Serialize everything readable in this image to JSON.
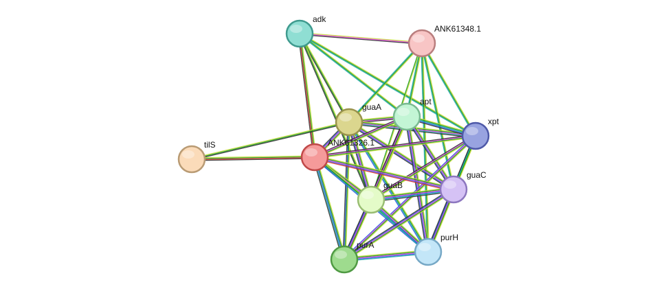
{
  "nodes": [
    {
      "id": "adk",
      "label": "adk",
      "fill": "#8fded3",
      "stroke": "#3f9a8e"
    },
    {
      "id": "ANK61348.1",
      "label": "ANK61348.1",
      "fill": "#f8c5c5",
      "stroke": "#b97e7e"
    },
    {
      "id": "guaA",
      "label": "guaA",
      "fill": "#dbd68e",
      "stroke": "#99934c"
    },
    {
      "id": "apt",
      "label": "apt",
      "fill": "#c3f5d5",
      "stroke": "#79ba91"
    },
    {
      "id": "xpt",
      "label": "xpt",
      "fill": "#98a3e0",
      "stroke": "#4e59a8"
    },
    {
      "id": "tilS",
      "label": "tilS",
      "fill": "#fbdbb9",
      "stroke": "#b99b74"
    },
    {
      "id": "ANK61326.1",
      "label": "ANK61326.1",
      "fill": "#f59a9a",
      "stroke": "#c04848"
    },
    {
      "id": "guaC",
      "label": "guaC",
      "fill": "#d5c2f5",
      "stroke": "#8d77bf"
    },
    {
      "id": "guaB",
      "label": "guaB",
      "fill": "#e4fbc8",
      "stroke": "#99bd72"
    },
    {
      "id": "purA",
      "label": "purA",
      "fill": "#9edb8e",
      "stroke": "#4f9a43"
    },
    {
      "id": "purH",
      "label": "purH",
      "fill": "#c3e6f8",
      "stroke": "#76a8c6"
    }
  ],
  "edges": [
    {
      "source": "adk",
      "target": "ANK61348.1",
      "colors": [
        "#c8dc3c",
        "#e040e0",
        "#333333"
      ]
    },
    {
      "source": "adk",
      "target": "guaA",
      "colors": [
        "#c8dc3c",
        "#1a9a1a",
        "#333333"
      ]
    },
    {
      "source": "adk",
      "target": "ANK61326.1",
      "colors": [
        "#c8dc3c",
        "#1a9a1a",
        "#e03030",
        "#333333"
      ]
    },
    {
      "source": "adk",
      "target": "apt",
      "colors": [
        "#c8dc3c",
        "#1a9a1a",
        "#1fa8a8"
      ]
    },
    {
      "source": "adk",
      "target": "xpt",
      "colors": [
        "#c8dc3c",
        "#1a9a1a",
        "#1fa8a8"
      ]
    },
    {
      "source": "adk",
      "target": "guaB",
      "colors": [
        "#c8dc3c",
        "#1a9a1a",
        "#333333"
      ]
    },
    {
      "source": "ANK61348.1",
      "target": "guaA",
      "colors": [
        "#c8dc3c",
        "#1a9a1a",
        "#1fa8a8"
      ]
    },
    {
      "source": "ANK61348.1",
      "target": "apt",
      "colors": [
        "#c8dc3c",
        "#1a9a1a",
        "#1fa8a8"
      ]
    },
    {
      "source": "ANK61348.1",
      "target": "xpt",
      "colors": [
        "#c8dc3c",
        "#1a9a1a",
        "#1fa8a8"
      ]
    },
    {
      "source": "ANK61348.1",
      "target": "guaB",
      "colors": [
        "#c8dc3c",
        "#1a9a1a"
      ]
    },
    {
      "source": "ANK61348.1",
      "target": "guaC",
      "colors": [
        "#c8dc3c",
        "#1a9a1a",
        "#1fa8a8"
      ]
    },
    {
      "source": "ANK61348.1",
      "target": "purH",
      "colors": [
        "#c8dc3c",
        "#1a9a1a",
        "#1fa8a8"
      ]
    },
    {
      "source": "tilS",
      "target": "guaA",
      "colors": [
        "#c8dc3c",
        "#1a9a1a",
        "#333333"
      ]
    },
    {
      "source": "tilS",
      "target": "ANK61326.1",
      "colors": [
        "#c8dc3c",
        "#1a9a1a",
        "#e03030",
        "#333333"
      ]
    },
    {
      "source": "guaA",
      "target": "apt",
      "colors": [
        "#c8dc3c",
        "#1a9a1a",
        "#e040e0",
        "#333333"
      ]
    },
    {
      "source": "guaA",
      "target": "xpt",
      "colors": [
        "#c8dc3c",
        "#1a9a1a",
        "#e040e0",
        "#1fa8a8",
        "#333333"
      ]
    },
    {
      "source": "guaA",
      "target": "ANK61326.1",
      "colors": [
        "#c8dc3c",
        "#1a9a1a",
        "#e040e0",
        "#3060e0",
        "#333333"
      ]
    },
    {
      "source": "guaA",
      "target": "guaC",
      "colors": [
        "#c8dc3c",
        "#1a9a1a",
        "#e040e0",
        "#3060e0",
        "#333333"
      ]
    },
    {
      "source": "guaA",
      "target": "guaB",
      "colors": [
        "#c8dc3c",
        "#1a9a1a",
        "#e040e0",
        "#3060e0",
        "#333333"
      ]
    },
    {
      "source": "guaA",
      "target": "purA",
      "colors": [
        "#c8dc3c",
        "#1a9a1a",
        "#3060e0",
        "#333333"
      ]
    },
    {
      "source": "guaA",
      "target": "purH",
      "colors": [
        "#c8dc3c",
        "#1a9a1a",
        "#1fa8a8",
        "#3060e0"
      ]
    },
    {
      "source": "apt",
      "target": "xpt",
      "colors": [
        "#c8dc3c",
        "#1a9a1a",
        "#1fa8a8",
        "#3060e0",
        "#333333"
      ]
    },
    {
      "source": "apt",
      "target": "ANK61326.1",
      "colors": [
        "#c8dc3c",
        "#1a9a1a",
        "#e040e0",
        "#333333"
      ]
    },
    {
      "source": "apt",
      "target": "guaB",
      "colors": [
        "#c8dc3c",
        "#1a9a1a",
        "#e040e0",
        "#3060e0",
        "#333333"
      ]
    },
    {
      "source": "apt",
      "target": "guaC",
      "colors": [
        "#c8dc3c",
        "#1a9a1a",
        "#e040e0",
        "#3060e0",
        "#333333"
      ]
    },
    {
      "source": "apt",
      "target": "purA",
      "colors": [
        "#c8dc3c",
        "#1a9a1a",
        "#e040e0",
        "#333333"
      ]
    },
    {
      "source": "apt",
      "target": "purH",
      "colors": [
        "#c8dc3c",
        "#1a9a1a",
        "#e040e0",
        "#3060e0",
        "#333333"
      ]
    },
    {
      "source": "xpt",
      "target": "ANK61326.1",
      "colors": [
        "#c8dc3c",
        "#1a9a1a",
        "#e040e0",
        "#333333"
      ]
    },
    {
      "source": "xpt",
      "target": "guaB",
      "colors": [
        "#c8dc3c",
        "#1a9a1a",
        "#e040e0",
        "#333333"
      ]
    },
    {
      "source": "xpt",
      "target": "guaC",
      "colors": [
        "#c8dc3c",
        "#1a9a1a",
        "#1fa8a8",
        "#333333"
      ]
    },
    {
      "source": "xpt",
      "target": "purA",
      "colors": [
        "#c8dc3c",
        "#1a9a1a",
        "#e040e0",
        "#3060e0"
      ]
    },
    {
      "source": "xpt",
      "target": "purH",
      "colors": [
        "#c8dc3c",
        "#1a9a1a",
        "#1fa8a8",
        "#333333"
      ]
    },
    {
      "source": "ANK61326.1",
      "target": "guaB",
      "colors": [
        "#c8dc3c",
        "#1a9a1a",
        "#e040e0",
        "#3060e0",
        "#333333"
      ]
    },
    {
      "source": "ANK61326.1",
      "target": "guaC",
      "colors": [
        "#c8dc3c",
        "#1a9a1a",
        "#e040e0",
        "#3060e0",
        "#e03030"
      ]
    },
    {
      "source": "ANK61326.1",
      "target": "purA",
      "colors": [
        "#c8dc3c",
        "#1a9a1a",
        "#3060e0",
        "#1fa8a8",
        "#333333"
      ]
    },
    {
      "source": "ANK61326.1",
      "target": "purH",
      "colors": [
        "#c8dc3c",
        "#1a9a1a",
        "#1fa8a8",
        "#3060e0"
      ]
    },
    {
      "source": "guaB",
      "target": "guaC",
      "colors": [
        "#c8dc3c",
        "#1a9a1a",
        "#e040e0",
        "#3060e0",
        "#1fa8a8",
        "#333333"
      ]
    },
    {
      "source": "guaB",
      "target": "purA",
      "colors": [
        "#c8dc3c",
        "#1a9a1a",
        "#e040e0",
        "#3060e0",
        "#333333"
      ]
    },
    {
      "source": "guaB",
      "target": "purH",
      "colors": [
        "#c8dc3c",
        "#1a9a1a",
        "#e040e0",
        "#3060e0",
        "#1fa8a8"
      ]
    },
    {
      "source": "guaC",
      "target": "purA",
      "colors": [
        "#c8dc3c",
        "#1a9a1a",
        "#e040e0",
        "#3060e0",
        "#333333"
      ]
    },
    {
      "source": "guaC",
      "target": "purH",
      "colors": [
        "#c8dc3c",
        "#1a9a1a",
        "#e040e0",
        "#3060e0",
        "#333333"
      ]
    },
    {
      "source": "purA",
      "target": "purH",
      "colors": [
        "#c8dc3c",
        "#1a9a1a",
        "#e040e0",
        "#3060e0",
        "#1fa8a8"
      ]
    }
  ]
}
